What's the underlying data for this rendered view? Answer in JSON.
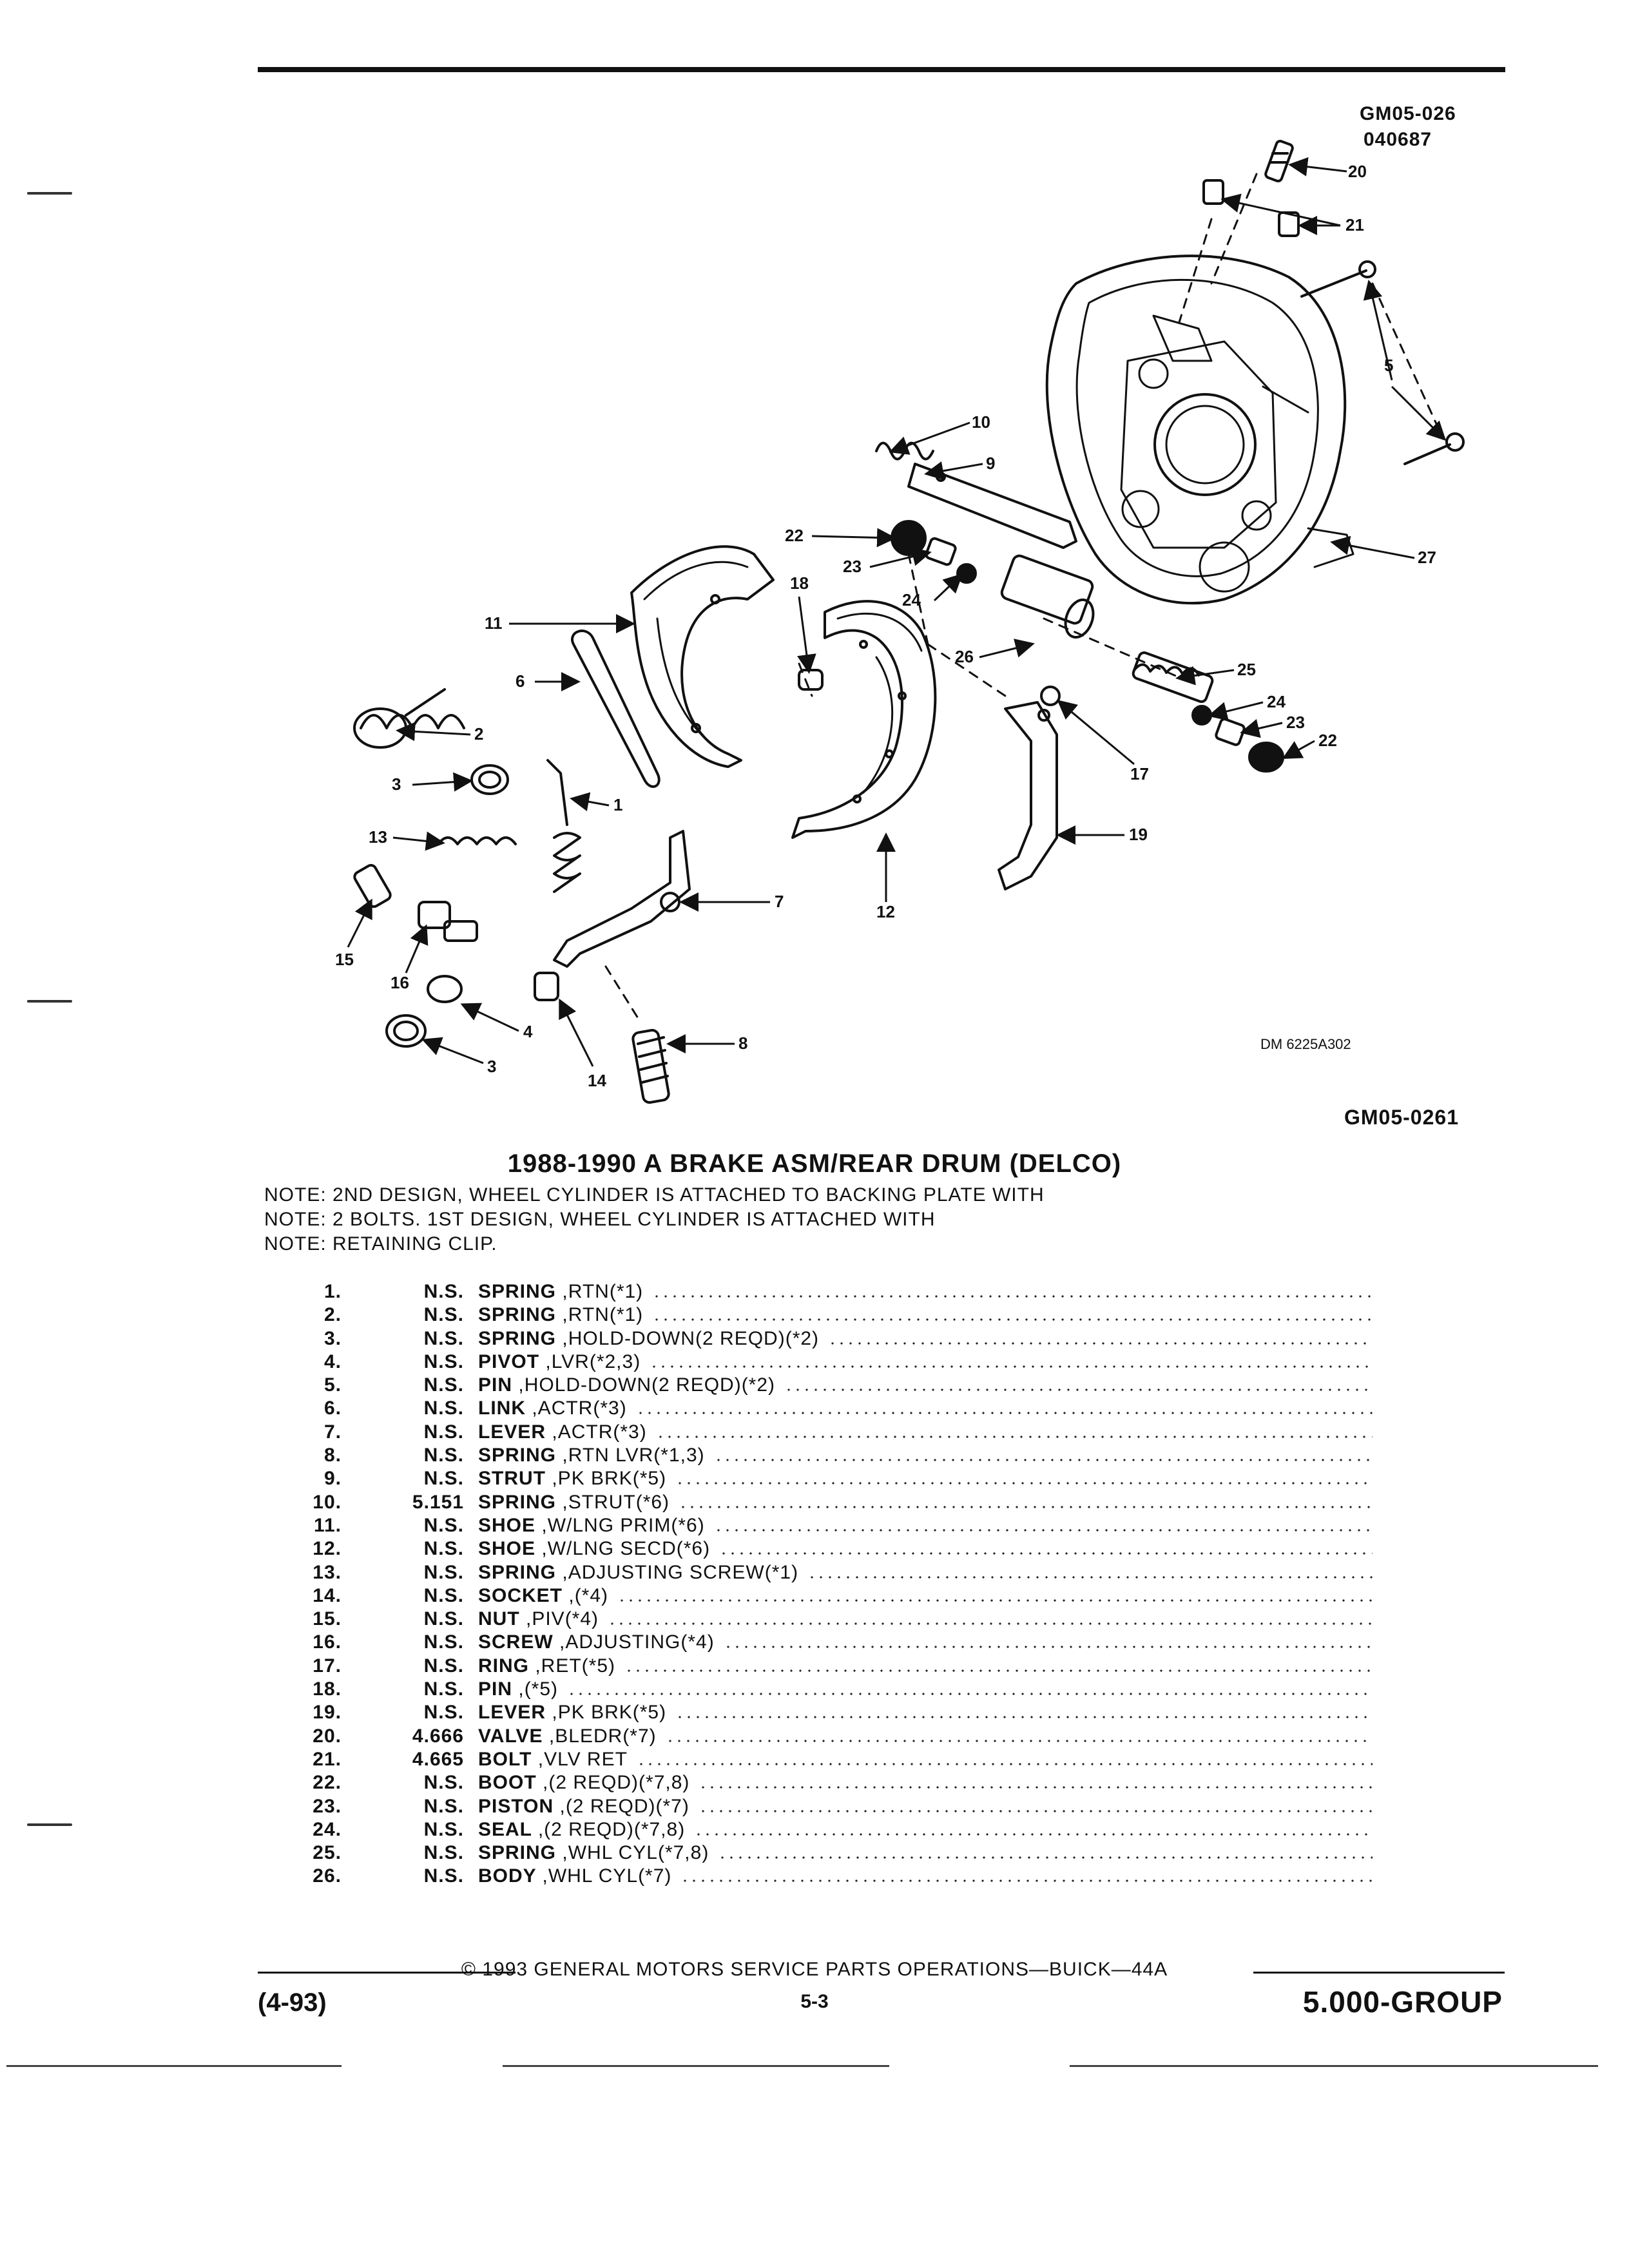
{
  "figure": {
    "code_top": "GM05-026",
    "code_date": "040687",
    "drawing_number": "DM 6225A302",
    "code_bottom": "GM05-0261",
    "callouts": [
      {
        "label": "20"
      },
      {
        "label": "21"
      },
      {
        "label": "5"
      },
      {
        "label": "10"
      },
      {
        "label": "9"
      },
      {
        "label": "27"
      },
      {
        "label": "22"
      },
      {
        "label": "23"
      },
      {
        "label": "18"
      },
      {
        "label": "24"
      },
      {
        "label": "11"
      },
      {
        "label": "26"
      },
      {
        "label": "25"
      },
      {
        "label": "6"
      },
      {
        "label": "24"
      },
      {
        "label": "23"
      },
      {
        "label": "22"
      },
      {
        "label": "2"
      },
      {
        "label": "17"
      },
      {
        "label": "3"
      },
      {
        "label": "1"
      },
      {
        "label": "19"
      },
      {
        "label": "13"
      },
      {
        "label": "7"
      },
      {
        "label": "12"
      },
      {
        "label": "15"
      },
      {
        "label": "16"
      },
      {
        "label": "4"
      },
      {
        "label": "8"
      },
      {
        "label": "3"
      },
      {
        "label": "14"
      }
    ]
  },
  "title": "1988-1990 A BRAKE ASM/REAR DRUM (DELCO)",
  "notes": [
    "NOTE:  2ND DESIGN, WHEEL CYLINDER IS ATTACHED TO BACKING PLATE WITH",
    "NOTE:  2 BOLTS. 1ST DESIGN, WHEEL CYLINDER IS ATTACHED WITH",
    "NOTE:  RETAINING CLIP."
  ],
  "parts": [
    {
      "num": "1.",
      "code": "N.S.",
      "name": "SPRING",
      "rest": ",RTN(*1)"
    },
    {
      "num": "2.",
      "code": "N.S.",
      "name": "SPRING",
      "rest": ",RTN(*1)"
    },
    {
      "num": "3.",
      "code": "N.S.",
      "name": "SPRING",
      "rest": ",HOLD-DOWN(2 REQD)(*2)"
    },
    {
      "num": "4.",
      "code": "N.S.",
      "name": "PIVOT",
      "rest": ",LVR(*2,3)"
    },
    {
      "num": "5.",
      "code": "N.S.",
      "name": "PIN",
      "rest": ",HOLD-DOWN(2 REQD)(*2)"
    },
    {
      "num": "6.",
      "code": "N.S.",
      "name": "LINK",
      "rest": ",ACTR(*3)"
    },
    {
      "num": "7.",
      "code": "N.S.",
      "name": "LEVER",
      "rest": ",ACTR(*3)"
    },
    {
      "num": "8.",
      "code": "N.S.",
      "name": "SPRING",
      "rest": ",RTN LVR(*1,3)"
    },
    {
      "num": "9.",
      "code": "N.S.",
      "name": "STRUT",
      "rest": ",PK BRK(*5)"
    },
    {
      "num": "10.",
      "code": "5.151",
      "name": "SPRING",
      "rest": ",STRUT(*6)"
    },
    {
      "num": "11.",
      "code": "N.S.",
      "name": "SHOE",
      "rest": ",W/LNG PRIM(*6)"
    },
    {
      "num": "12.",
      "code": "N.S.",
      "name": "SHOE",
      "rest": ",W/LNG SECD(*6)"
    },
    {
      "num": "13.",
      "code": "N.S.",
      "name": "SPRING",
      "rest": ",ADJUSTING SCREW(*1)"
    },
    {
      "num": "14.",
      "code": "N.S.",
      "name": "SOCKET",
      "rest": ",(*4)"
    },
    {
      "num": "15.",
      "code": "N.S.",
      "name": "NUT",
      "rest": ",PIV(*4)"
    },
    {
      "num": "16.",
      "code": "N.S.",
      "name": "SCREW",
      "rest": ",ADJUSTING(*4)"
    },
    {
      "num": "17.",
      "code": "N.S.",
      "name": "RING",
      "rest": ",RET(*5)"
    },
    {
      "num": "18.",
      "code": "N.S.",
      "name": "PIN",
      "rest": ",(*5)"
    },
    {
      "num": "19.",
      "code": "N.S.",
      "name": "LEVER",
      "rest": ",PK BRK(*5)"
    },
    {
      "num": "20.",
      "code": "4.666",
      "name": "VALVE",
      "rest": ",BLEDR(*7)"
    },
    {
      "num": "21.",
      "code": "4.665",
      "name": "BOLT",
      "rest": ",VLV RET"
    },
    {
      "num": "22.",
      "code": "N.S.",
      "name": "BOOT",
      "rest": ",(2 REQD)(*7,8)"
    },
    {
      "num": "23.",
      "code": "N.S.",
      "name": "PISTON",
      "rest": ",(2 REQD)(*7)"
    },
    {
      "num": "24.",
      "code": "N.S.",
      "name": "SEAL",
      "rest": ",(2 REQD)(*7,8)"
    },
    {
      "num": "25.",
      "code": "N.S.",
      "name": "SPRING",
      "rest": ",WHL CYL(*7,8)"
    },
    {
      "num": "26.",
      "code": "N.S.",
      "name": "BODY",
      "rest": ",WHL CYL(*7)"
    }
  ],
  "footer": {
    "copyright": "© 1993 GENERAL MOTORS SERVICE PARTS OPERATIONS—BUICK—44A",
    "date": "(4-93)",
    "page": "5-3",
    "group": "5.000-GROUP"
  }
}
